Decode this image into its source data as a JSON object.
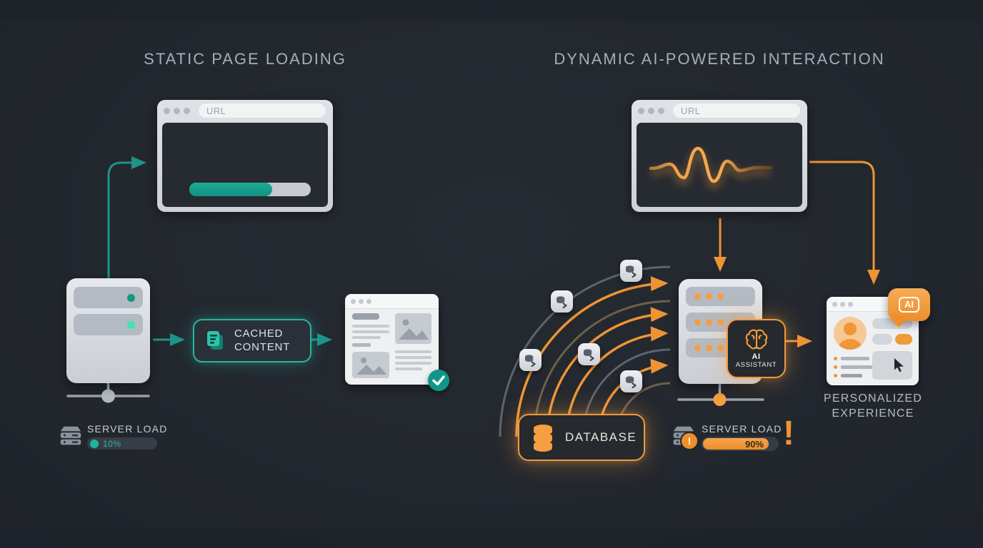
{
  "titles": {
    "left": "STATIC PAGE LOADING",
    "right": "DYNAMIC AI-POWERED INTERACTION"
  },
  "left_flow": {
    "browser_url": "URL",
    "cached_badge": {
      "line1": "CACHED",
      "line2": "CONTENT"
    },
    "server_load": {
      "label": "SERVER LOAD",
      "value": "10%"
    }
  },
  "right_flow": {
    "browser_url": "URL",
    "ai_assistant": {
      "line1": "AI",
      "line2": "ASSISTANT"
    },
    "database": {
      "label": "DATABASE"
    },
    "ai_bubble": {
      "label": "AI"
    },
    "personalized": {
      "line1": "PERSONALIZED",
      "line2": "EXPERIENCE"
    },
    "server_load": {
      "label": "SERVER LOAD",
      "value": "90%"
    },
    "overload_mark": "!"
  },
  "colors": {
    "background": "#23272e",
    "teal_accent": "#1d9487",
    "mint_accent": "#41e2ae",
    "orange_accent": "#ee9434"
  }
}
